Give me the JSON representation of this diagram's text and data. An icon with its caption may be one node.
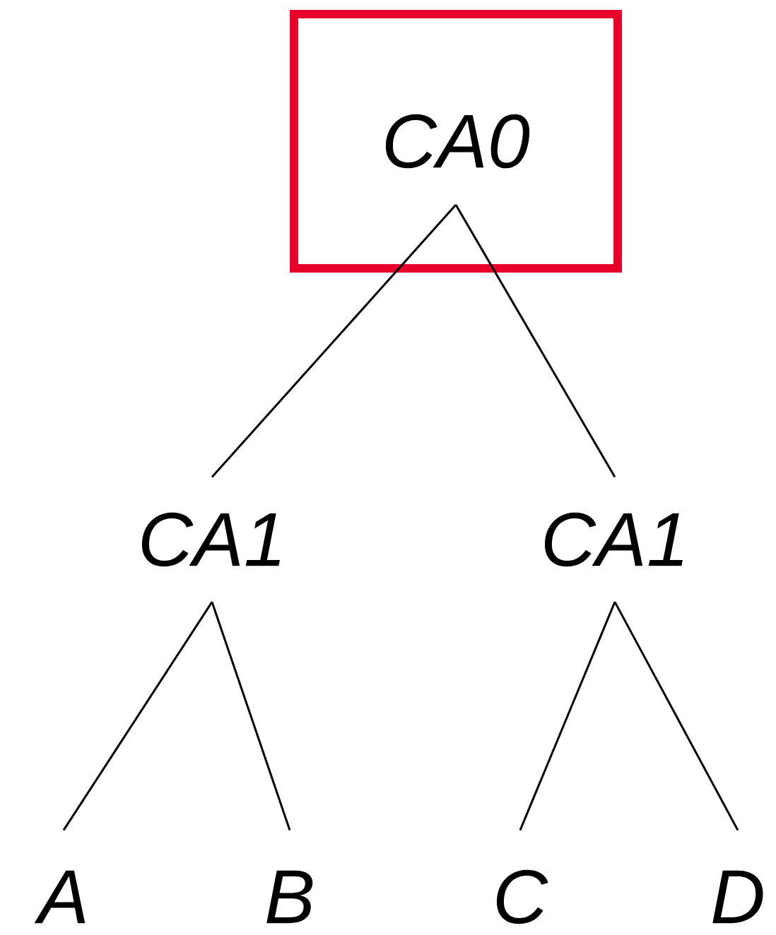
{
  "diagram": {
    "nodes": [
      {
        "text": [
          "CA0"
        ]
      },
      {
        "text": [
          "CA1"
        ]
      },
      {
        "text": [
          "CA1"
        ]
      },
      {
        "text": [
          "A"
        ]
      },
      {
        "text": [
          "B"
        ]
      },
      {
        "text": [
          "C"
        ]
      },
      {
        "text": [
          "D"
        ]
      }
    ],
    "edges": [
      {
        "from": 0,
        "to": 1,
        "arrow": "none"
      },
      {
        "from": 0,
        "to": 2,
        "arrow": "none"
      },
      {
        "from": 1,
        "to": 3,
        "arrow": "none"
      },
      {
        "from": 1,
        "to": 4,
        "arrow": "none"
      },
      {
        "from": 2,
        "to": 5,
        "arrow": "none"
      },
      {
        "from": 2,
        "to": 6,
        "arrow": "none"
      }
    ]
  }
}
